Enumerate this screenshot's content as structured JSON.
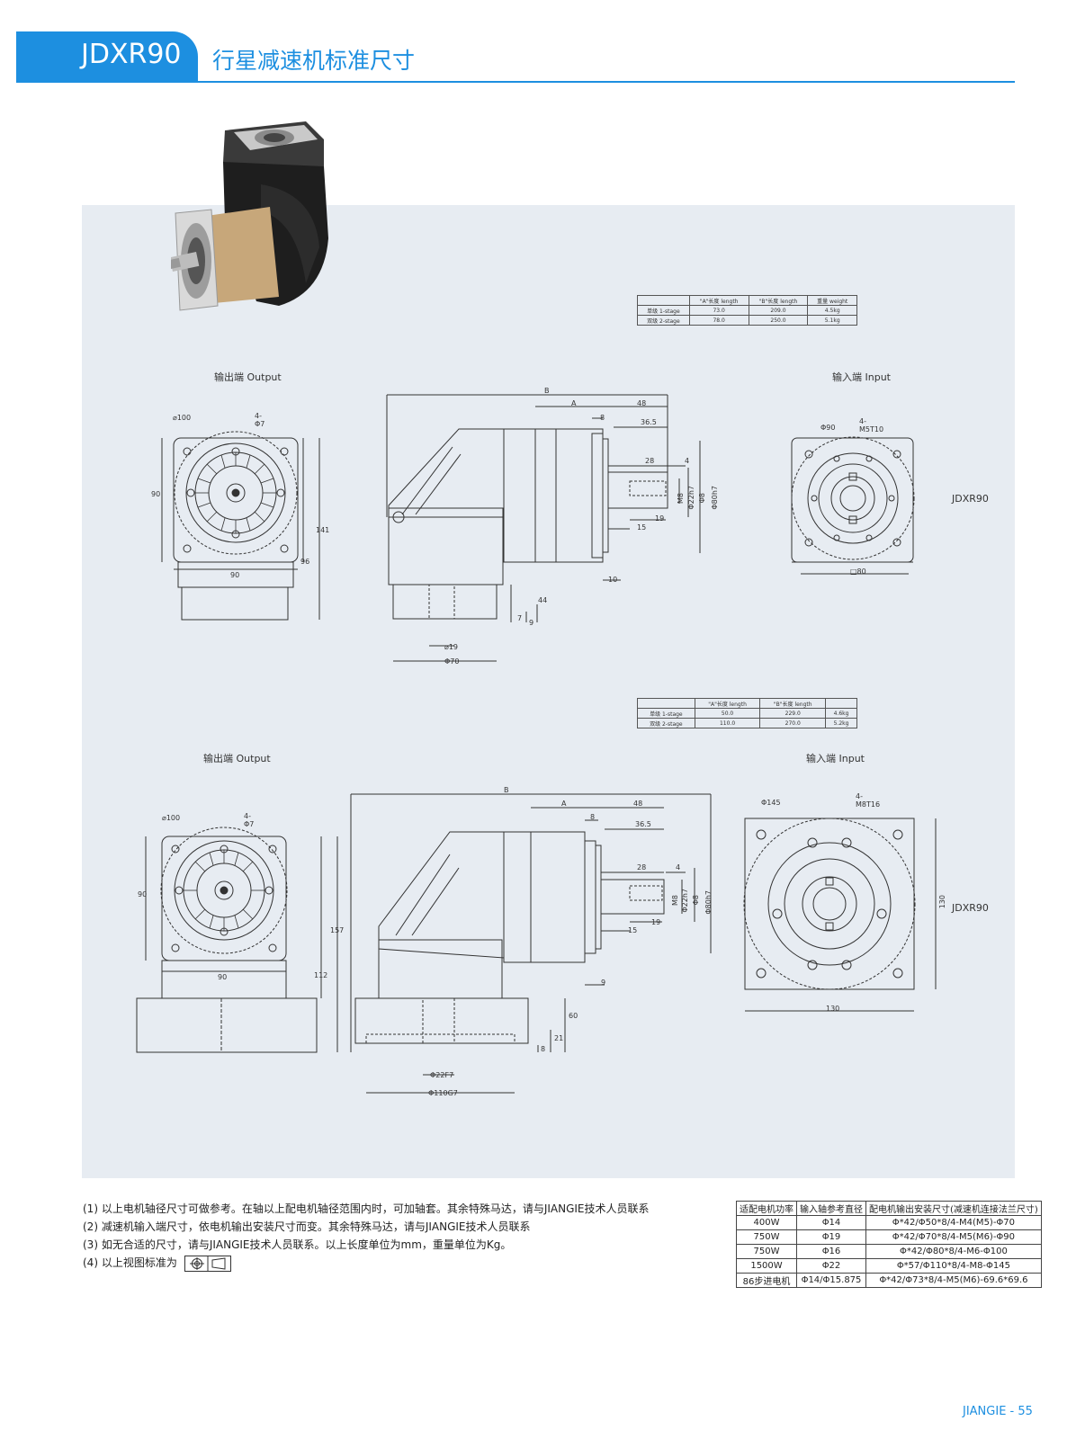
{
  "header": {
    "model": "JDXR90",
    "title": "行星减速机标准尺寸"
  },
  "top_section": {
    "spec_table": {
      "headers": [
        "",
        "\"A\"长度 length",
        "\"B\"长度 length",
        "重量 weight"
      ],
      "rows": [
        [
          "单级 1-stage",
          "73.0",
          "209.0",
          "4.5kg"
        ],
        [
          "双级 2-stage",
          "78.0",
          "250.0",
          "5.1kg"
        ]
      ]
    },
    "output_label": "输出端 Output",
    "input_label": "输入端 Input",
    "model_tag": "JDXR90",
    "dims": {
      "output_d100": "⌀100",
      "output_4phi7": "4-Φ7",
      "output_90": "90",
      "output_141": "141",
      "output_96": "96",
      "output_90b": "90",
      "side_B": "B",
      "side_A": "A",
      "side_48": "48",
      "side_8": "8",
      "side_365": "36.5",
      "side_28": "28",
      "side_4": "4",
      "side_m8": "M8",
      "side_22": "Φ22h7",
      "side_8b": "Φ8",
      "side_80": "Φ80h7",
      "side_19": "19",
      "side_15": "15",
      "side_10": "10",
      "side_44": "44",
      "side_7": "7",
      "side_9": "9",
      "side_phi19": "⌀19",
      "side_phi70": "Φ70",
      "input_phi90": "Φ90",
      "input_4m5": "4-M5T10",
      "input_80": "□80"
    }
  },
  "bottom_section": {
    "spec_table": {
      "headers": [
        "",
        "\"A\"长度 length",
        "\"B\"长度 length",
        ""
      ],
      "rows": [
        [
          "单级 1-stage",
          "50.0",
          "229.0",
          "4.6kg"
        ],
        [
          "双级 2-stage",
          "110.0",
          "270.0",
          "5.2kg"
        ]
      ]
    },
    "output_label": "输出端 Output",
    "input_label": "输入端 Input",
    "model_tag": "JDXR90",
    "dims": {
      "output_d100": "⌀100",
      "output_4phi7": "4-Φ7",
      "output_90": "90",
      "output_157": "157",
      "output_112": "112",
      "output_90b": "90",
      "side_B": "B",
      "side_A": "A",
      "side_48": "48",
      "side_8": "8",
      "side_365": "36.5",
      "side_28": "28",
      "side_4": "4",
      "side_m8": "M8",
      "side_22": "Φ22h7",
      "side_8b": "Φ8",
      "side_80": "Φ80h7",
      "side_19": "19",
      "side_15": "15",
      "side_9": "9",
      "side_60": "60",
      "side_21": "21",
      "side_8c": "8",
      "side_phi22": "Φ22F7",
      "side_phi110": "Φ110G7",
      "input_phi145": "Φ145",
      "input_4m8": "4-M8T16",
      "input_130": "130",
      "input_130b": "130"
    }
  },
  "notes": [
    "(1) 以上电机轴径尺寸可做参考。在轴以上配电机轴径范围内时，可加轴套。其余特殊马达，请与JIANGIE技术人员联系",
    "(2) 减速机输入端尺寸，依电机输出安装尺寸而变。其余特殊马达，请与JIANGIE技术人员联系",
    "(3) 如无合适的尺寸，请与JIANGIE技术人员联系。以上长度单位为mm，重量单位为Kg。",
    "(4) 以上视图标准为"
  ],
  "motor_table": {
    "headers": [
      "适配电机功率",
      "输入轴参考直径",
      "配电机输出安装尺寸(减速机连接法兰尺寸)"
    ],
    "rows": [
      [
        "400W",
        "Φ14",
        "Φ*42/Φ50*8/4-M4(M5)-Φ70"
      ],
      [
        "750W",
        "Φ19",
        "Φ*42/Φ70*8/4-M5(M6)-Φ90"
      ],
      [
        "750W",
        "Φ16",
        "Φ*42/Φ80*8/4-M6-Φ100"
      ],
      [
        "1500W",
        "Φ22",
        "Φ*57/Φ110*8/4-M8-Φ145"
      ],
      [
        "86步进电机",
        "Φ14/Φ15.875",
        "Φ*42/Φ73*8/4-M5(M6)-69.6*69.6"
      ]
    ]
  },
  "footer": {
    "text": "JIANGIE - 55"
  }
}
